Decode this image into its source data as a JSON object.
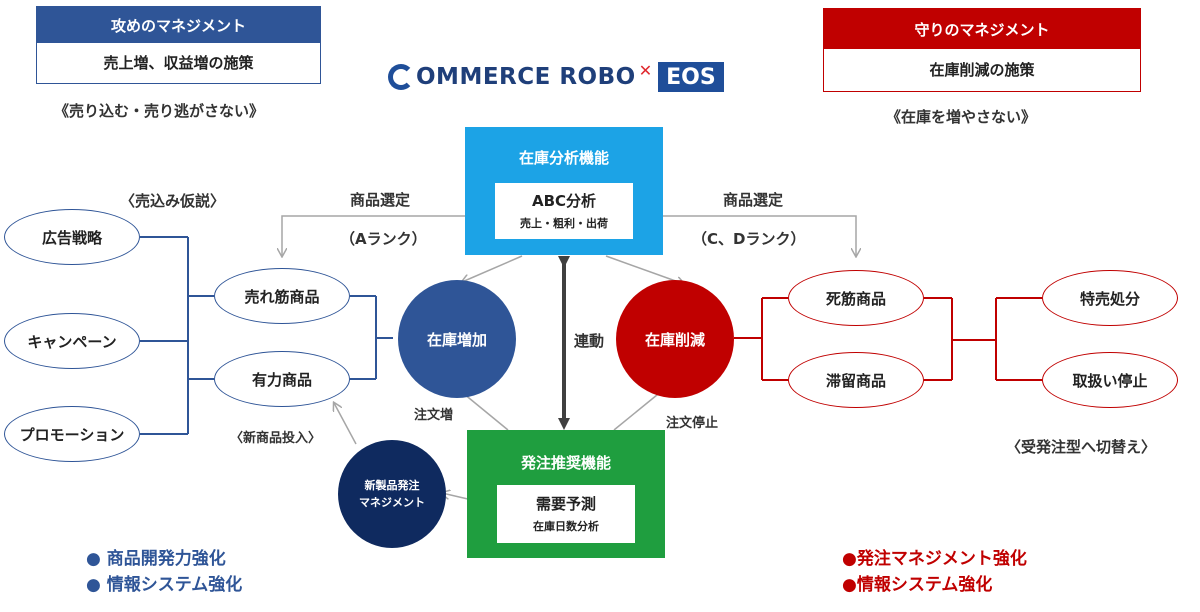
{
  "offense": {
    "header": "攻めのマネジメント",
    "sub": "売上増、収益増の施策",
    "caption": "《売り込む・売り逃がさない》"
  },
  "defense": {
    "header": "守りのマネジメント",
    "sub": "在庫削減の施策",
    "caption": "《在庫を増やさない》"
  },
  "logo": {
    "text": "OMMERCE ROBO",
    "eos": "EOS"
  },
  "analysis": {
    "title": "在庫分析機能",
    "main": "ABC分析",
    "detail": "売上・粗利・出荷"
  },
  "ordering": {
    "title": "発注推奨機能",
    "main": "需要予測",
    "detail": "在庫日数分析"
  },
  "labels": {
    "hypothesis": "〈売込み仮説〉",
    "select_left": "商品選定",
    "rank_left": "（Aランク）",
    "select_right": "商品選定",
    "rank_right": "（C、Dランク）",
    "link": "連動",
    "order_increase": "注文増",
    "order_stop": "注文停止",
    "new_product": "〈新商品投入〉",
    "switch": "〈受発注型へ切替え〉"
  },
  "circles": {
    "increase": "在庫増加",
    "decrease": "在庫削減",
    "newprod_line1": "新製品発注",
    "newprod_line2": "マネジメント"
  },
  "left_ovals": [
    "広告戦略",
    "キャンペーン",
    "プロモーション"
  ],
  "mid_ovals": [
    "売れ筋商品",
    "有力商品"
  ],
  "right_mid_ovals": [
    "死筋商品",
    "滞留商品"
  ],
  "right_ovals": [
    "特売処分",
    "取扱い停止"
  ],
  "bullets_left": [
    "● 商品開発力強化",
    "● 情報システム強化"
  ],
  "bullets_right": [
    "●発注マネジメント強化",
    "●情報システム強化"
  ],
  "colors": {
    "blue": "#2f5597",
    "red": "#c00000",
    "cyan": "#1ca3e6",
    "green": "#1f9e3f",
    "navy": "#0f2a5f"
  }
}
